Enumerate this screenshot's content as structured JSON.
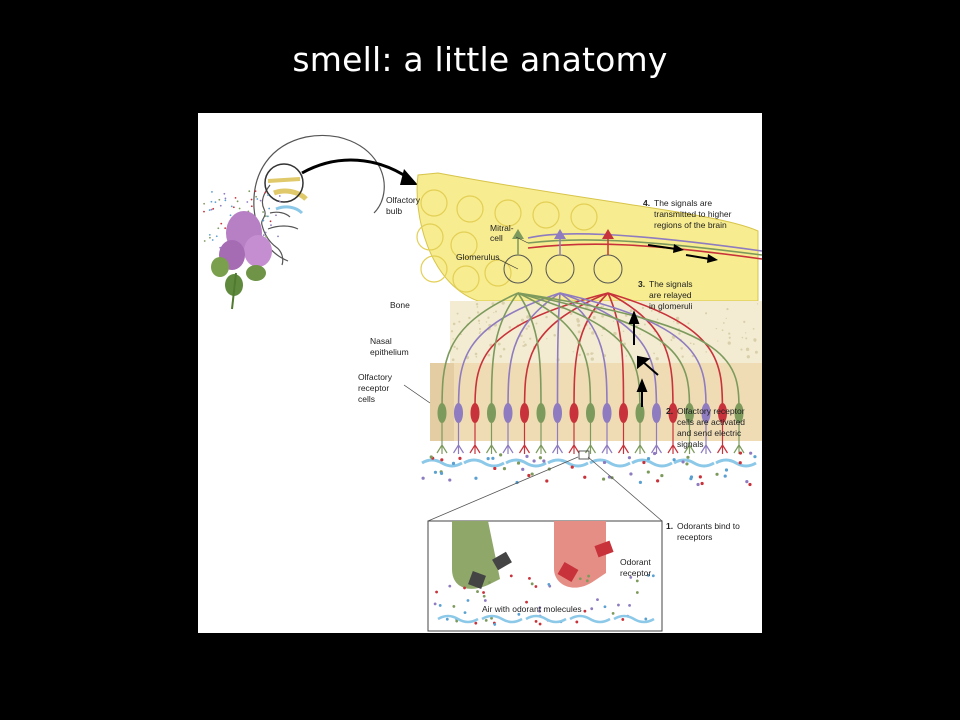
{
  "slide": {
    "title": "smell: a little anatomy"
  },
  "figure": {
    "labels": {
      "olfactory_bulb": [
        "Olfactory",
        "bulb"
      ],
      "mitral_cell": [
        "Mitral-",
        "cell"
      ],
      "glomerulus": "Glomerulus",
      "bone": "Bone",
      "nasal_epithelium": [
        "Nasal",
        "epithelium"
      ],
      "olfactory_receptor_cells": [
        "Olfactory",
        "receptor",
        "cells"
      ],
      "odorant_receptor": [
        "Odorant",
        "receptor"
      ],
      "air_with_odorant_molecules": "Air with odorant molecules"
    },
    "steps": [
      {
        "num": "1.",
        "lines": [
          "Odorants bind to",
          "receptors"
        ]
      },
      {
        "num": "2.",
        "lines": [
          "Olfactory receptor",
          "cells are activated",
          "and send electric",
          "signals"
        ]
      },
      {
        "num": "3.",
        "lines": [
          "The signals",
          "are relayed",
          "in glomeruli"
        ]
      },
      {
        "num": "4.",
        "lines": [
          "The signals are",
          "transmitted to higher",
          "regions of the brain"
        ]
      }
    ],
    "colors": {
      "bulb": "#f7ec8f",
      "bone": "#f3ecd2",
      "epithelium": "#efdcb5",
      "cell_red": "#c8323a",
      "cell_purple": "#8e7bc0",
      "cell_green": "#7d9a5d",
      "air": "#8cc8e8"
    }
  }
}
